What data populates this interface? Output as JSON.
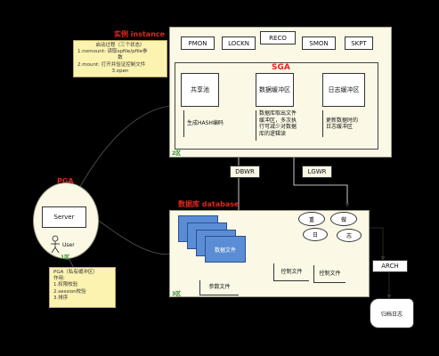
{
  "instance": {
    "title": "实例 instance",
    "startup_note": [
      "启动过程（三个状态）",
      "1.nomount: 读取spfile/pfile参",
      "数",
      "2.mount: 打开并验证控制文件",
      "3.open"
    ],
    "processes": [
      "PMON",
      "LOCKN",
      "RECO",
      "SMON",
      "SKPT"
    ],
    "sga_label": "SGA",
    "shared_pool": "共享池",
    "buffer_cache": "数据缓冲区",
    "log_buffer": "日志缓冲区",
    "hash_code": "生成HASH编码",
    "buffer_desc": "数据库取出文件缓冲区，多次执行可减少对数据库的逻辑读",
    "log_desc": "更新数据时的日志缓冲区",
    "zone": "2区"
  },
  "writers": {
    "dbwr": "DBWR",
    "lgwr": "LGWR"
  },
  "database": {
    "title": "数据库 database",
    "data_file": "数据文件",
    "ellipses": [
      "重",
      "做",
      "日",
      "志"
    ],
    "control_file_1": "控制文件",
    "control_file_2": "控制文件",
    "param_file": "参数文件",
    "zone": "3区"
  },
  "arch": {
    "label": "ARCH",
    "archive_log": "归档日志"
  },
  "pga": {
    "title": "PGA",
    "server": "Server",
    "user": "User",
    "zone": "1区",
    "note": [
      "PGA（私有缓冲区）",
      "作用:",
      "1.权限校验",
      "2.session校验",
      "3.排序"
    ]
  },
  "colors": {
    "background": "#000000",
    "panel": "#fbf8e6",
    "note": "#fdf3b1",
    "title_red": "#e0271f",
    "zone_green": "#2d8a2d",
    "doc_blue": "#5b8dd6"
  }
}
